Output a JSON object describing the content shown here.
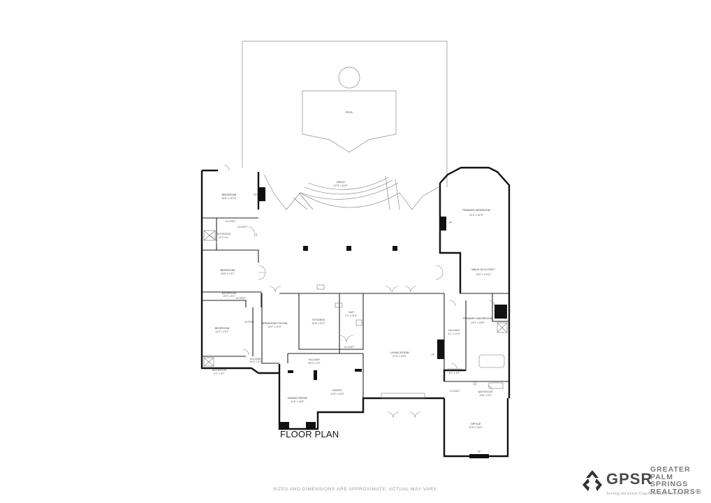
{
  "plan_title": "FLOOR PLAN",
  "disclaimer": "SIZES AND DIMENSIONS ARE APPROXIMATE, ACTUAL MAY VARY.",
  "logo": {
    "acronym": "GPSR",
    "line1": "GREATER",
    "line2": "PALM SPRINGS",
    "line3": "REALTORS®",
    "tagline": "Serving the Entire Coachella Valley Since 1920"
  },
  "rooms": {
    "pool": {
      "name": "POOL"
    },
    "patio": {
      "name": "PATIO",
      "dim": "67'6\" x 63'9\""
    },
    "bedroom_1": {
      "name": "BEDROOM",
      "dim": "18'6\" x 16'10\""
    },
    "fp_1": {
      "name": "FP3"
    },
    "bathroom_1": {
      "name": "BATHROOM",
      "dim": "11'3\" x 6'"
    },
    "closet_1": {
      "name": "CLOSET"
    },
    "closet_2": {
      "name": "CLOSET"
    },
    "bedroom_2": {
      "name": "BEDROOM",
      "dim": "16'6\" x 13'7\""
    },
    "bathroom_2": {
      "name": "BATHROOM",
      "dim": "10'3\" x 6'4\""
    },
    "closet_3": {
      "name": "CLOSET"
    },
    "bedroom_3": {
      "name": "BEDROOM",
      "dim": "14'3\" x 19'7\""
    },
    "closet_4": {
      "name": "CLOSET"
    },
    "bathroom_3": {
      "name": "BATHROOM",
      "dim": "9'1\" x 4'7\""
    },
    "hallway_1": {
      "name": "HALLWAY",
      "dim": "14'3\" x 4'7\""
    },
    "breakfast": {
      "name": "BREAKFAST ROOM",
      "dim": "15'9\" x 19'3\""
    },
    "kitchen": {
      "name": "KITCHEN",
      "dim": "12'9\" x 22'1\""
    },
    "bar": {
      "name": "BAR",
      "dim": "7'1\" x 11'4\""
    },
    "closet_5": {
      "name": "CLOSET"
    },
    "hallway_2": {
      "name": "HALLWAY",
      "dim": "26'5\" x 3'9\""
    },
    "living": {
      "name": "LIVING ROOM",
      "dim": "27'4\" x 35'5\""
    },
    "fp_living": {
      "name": "FP"
    },
    "entry": {
      "name": "ENTRY",
      "dim": "14'6\" x 13'3\""
    },
    "dining": {
      "name": "DINING ROOM",
      "dim": "11'6\" x 16'0\""
    },
    "primary_bedroom": {
      "name": "PRIMARY BEDROOM",
      "dim": "22'4\" x 42'9\""
    },
    "fp_primary": {
      "name": "FP"
    },
    "walkin": {
      "name": "WALK IN CLOSET",
      "dim": "13'5\" x 13'10\""
    },
    "primary_bath": {
      "name": "PRIMARY BATHROOM",
      "dim": "13'3\" x 26'6\""
    },
    "hallway_3": {
      "name": "HALLWAY",
      "dim": "4'1\" x 13'3\""
    },
    "bathroom_4": {
      "name": "BATHROOM",
      "dim": "8'1\" x 8'1\""
    },
    "closet_6": {
      "name": "CLOSET"
    },
    "bathroom_5": {
      "name": "BATHROOM",
      "dim": "13'6\" x 9'3\""
    },
    "office": {
      "name": "OFFICE",
      "dim": "20'9\" x 16'3\""
    },
    "fp_office": {
      "name": "FP"
    }
  },
  "colors": {
    "wall": "#111111",
    "thin": "#777777",
    "logo_gold": "#d99d2b",
    "logo_gray": "#4a4a4a"
  }
}
